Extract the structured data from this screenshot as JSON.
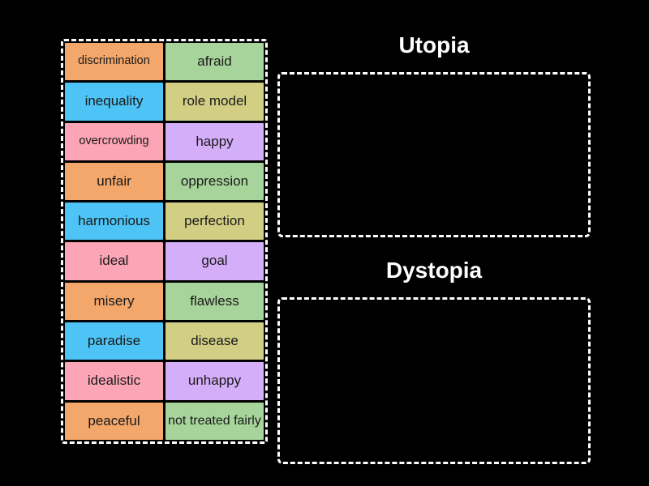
{
  "activity": {
    "type": "word-sort-drag-and-drop",
    "background_color": "#000000"
  },
  "palette": {
    "orange": "#F3A76B",
    "green": "#A7D49B",
    "blue": "#4EC3F5",
    "khaki": "#D2CF85",
    "pink": "#FBA5B6",
    "lavender": "#D5AEF9",
    "tile_text": "#1a1a1a",
    "border": "#FFFFFF",
    "title_text": "#FFFFFF"
  },
  "tile_bank": {
    "name": "word-tile-bank",
    "rows": [
      {
        "left": {
          "label": "discrimination",
          "color": "#F3A76B",
          "size": "small"
        },
        "right": {
          "label": "afraid",
          "color": "#A7D49B",
          "size": "normal"
        }
      },
      {
        "left": {
          "label": "inequality",
          "color": "#4EC3F5",
          "size": "normal"
        },
        "right": {
          "label": "role model",
          "color": "#D2CF85",
          "size": "normal"
        }
      },
      {
        "left": {
          "label": "overcrowding",
          "color": "#FBA5B6",
          "size": "small"
        },
        "right": {
          "label": "happy",
          "color": "#D5AEF9",
          "size": "normal"
        }
      },
      {
        "left": {
          "label": "unfair",
          "color": "#F3A76B",
          "size": "normal"
        },
        "right": {
          "label": "oppression",
          "color": "#A7D49B",
          "size": "normal"
        }
      },
      {
        "left": {
          "label": "harmonious",
          "color": "#4EC3F5",
          "size": "normal"
        },
        "right": {
          "label": "perfection",
          "color": "#D2CF85",
          "size": "normal"
        }
      },
      {
        "left": {
          "label": "ideal",
          "color": "#FBA5B6",
          "size": "normal"
        },
        "right": {
          "label": "goal",
          "color": "#D5AEF9",
          "size": "normal"
        }
      },
      {
        "left": {
          "label": "misery",
          "color": "#F3A76B",
          "size": "normal"
        },
        "right": {
          "label": "flawless",
          "color": "#A7D49B",
          "size": "normal"
        }
      },
      {
        "left": {
          "label": "paradise",
          "color": "#4EC3F5",
          "size": "normal"
        },
        "right": {
          "label": "disease",
          "color": "#D2CF85",
          "size": "normal"
        }
      },
      {
        "left": {
          "label": "idealistic",
          "color": "#FBA5B6",
          "size": "normal"
        },
        "right": {
          "label": "unhappy",
          "color": "#D5AEF9",
          "size": "normal"
        }
      },
      {
        "left": {
          "label": "peaceful",
          "color": "#F3A76B",
          "size": "normal"
        },
        "right": {
          "label": "not treated fairly",
          "color": "#A7D49B",
          "size": "two-line"
        }
      }
    ]
  },
  "drop_zones": [
    {
      "title": "Utopia",
      "items": []
    },
    {
      "title": "Dystopia",
      "items": []
    }
  ]
}
